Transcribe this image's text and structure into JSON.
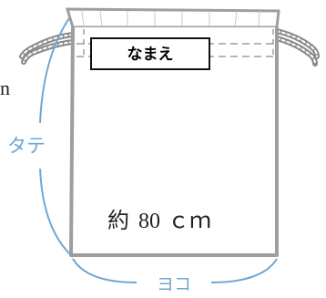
{
  "diagram": {
    "name_tag": "なまえ",
    "width_measure_prefix": "約",
    "width_measure_value": "80",
    "width_measure_unit": "ｃｍ",
    "height_measure_partial": "n",
    "tate_label": "タテ",
    "yoko_label": "ヨコ",
    "colors": {
      "outline": "#9e9e9e",
      "dimension": "#6fa6d2",
      "text": "#222222",
      "bag_fill": "#ffffff"
    }
  }
}
